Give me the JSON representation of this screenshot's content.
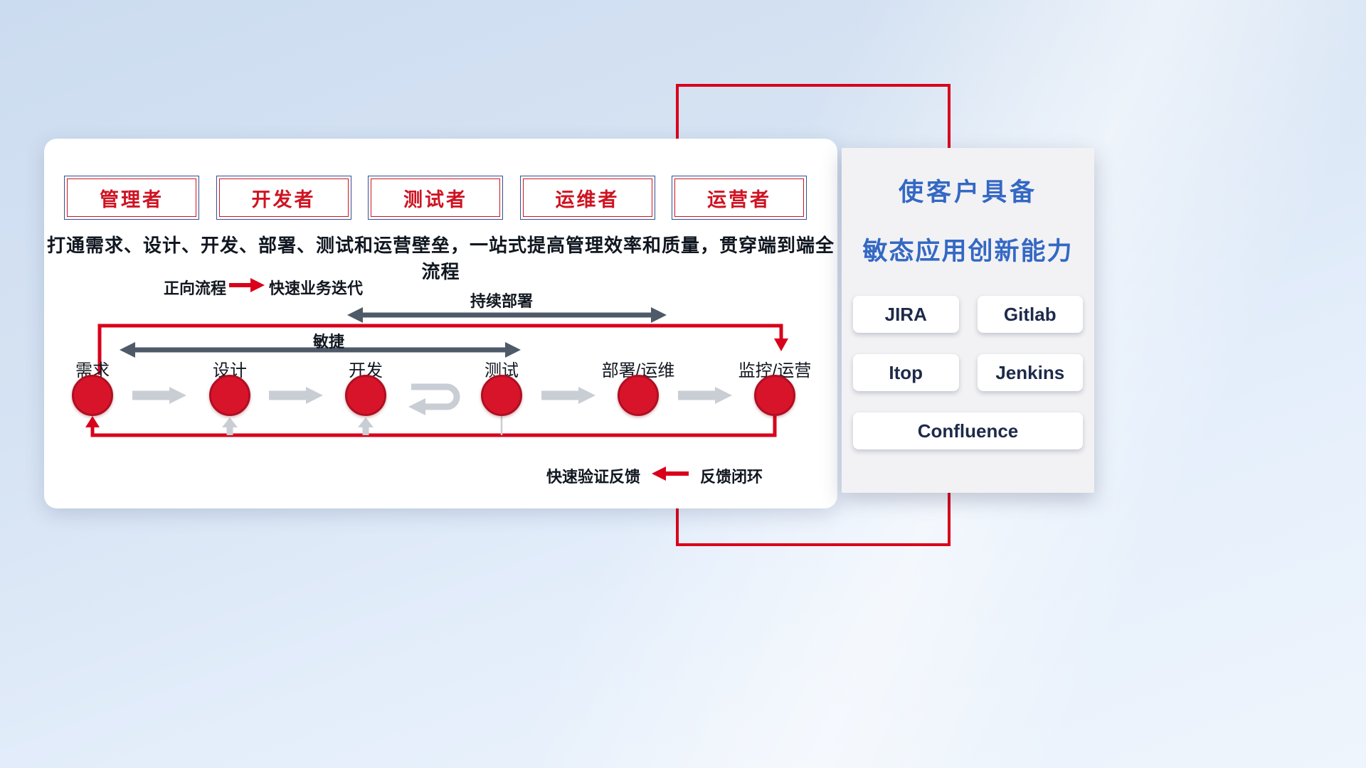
{
  "colors": {
    "accent_red": "#d9001b",
    "node_red": "#d8142b",
    "title_blue": "#3468c4",
    "dark_arrow": "#4e5a68",
    "gray_arrow": "#c9ced4"
  },
  "roles": {
    "items": [
      {
        "label": "管理者"
      },
      {
        "label": "开发者"
      },
      {
        "label": "测试者"
      },
      {
        "label": "运维者"
      },
      {
        "label": "运营者"
      }
    ]
  },
  "subtitle": "打通需求、设计、开发、部署、测试和运营壁垒，一站式提高管理效率和质量，贯穿端到端全流程",
  "legend": {
    "forward_label": "正向流程",
    "forward_value": "快速业务迭代",
    "feedback_value": "快速验证反馈",
    "feedback_label": "反馈闭环"
  },
  "flow": {
    "continuous_deployment": "持续部署",
    "agile": "敏捷",
    "nodes": [
      {
        "label": "需求"
      },
      {
        "label": "设计"
      },
      {
        "label": "开发"
      },
      {
        "label": "测试"
      },
      {
        "label": "部署/运维"
      },
      {
        "label": "监控/运营"
      }
    ]
  },
  "panel": {
    "title_line1": "使客户具备",
    "title_line2": "敏态应用创新能力",
    "tools": [
      {
        "label": "JIRA"
      },
      {
        "label": "Gitlab"
      },
      {
        "label": "Itop"
      },
      {
        "label": "Jenkins"
      },
      {
        "label": "Confluence"
      }
    ]
  }
}
